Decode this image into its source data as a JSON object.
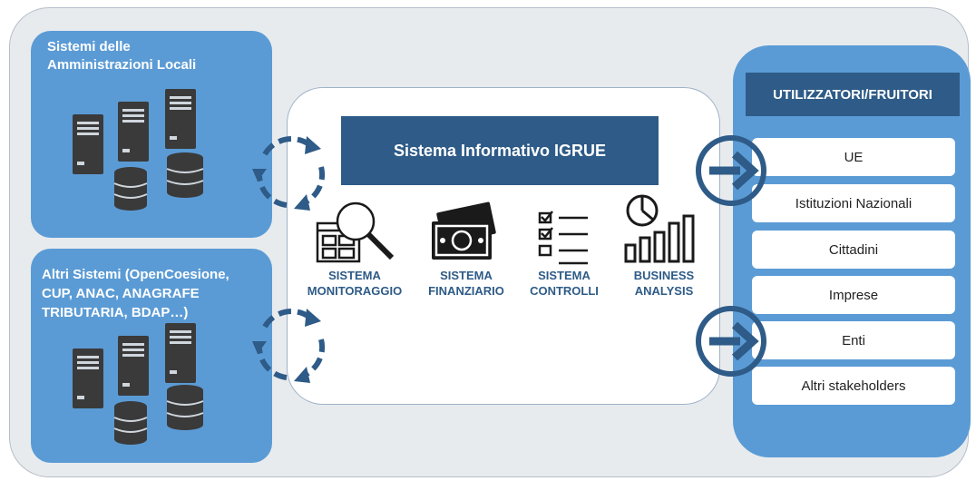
{
  "left_panels": [
    {
      "title_lines": [
        "Sistemi delle",
        "Amministrazioni  Locali"
      ]
    },
    {
      "title_lines": [
        "Altri Sistemi (OpenCoesione,",
        "CUP, ANAC, ANAGRAFE",
        "TRIBUTARIA, BDAP…)"
      ]
    }
  ],
  "center": {
    "title": "Sistema Informativo IGRUE",
    "modules": [
      {
        "line1": "SISTEMA",
        "line2": "MONITORAGGIO",
        "icon": "magnifier-form-icon"
      },
      {
        "line1": "SISTEMA",
        "line2": "FINANZIARIO",
        "icon": "banknotes-icon"
      },
      {
        "line1": "SISTEMA",
        "line2": "CONTROLLI",
        "icon": "checklist-icon"
      },
      {
        "line1": "BUSINESS",
        "line2": "ANALYSIS",
        "icon": "bar-pie-chart-icon"
      }
    ]
  },
  "right_panel": {
    "title": "UTILIZZATORI/FRUITORI",
    "items": [
      "UE",
      "Istituzioni Nazionali",
      "Cittadini",
      "Imprese",
      "Enti",
      "Altri stakeholders"
    ]
  },
  "colors": {
    "panel_blue": "#5b9bd5",
    "dark_blue": "#2e5b87",
    "background": "#e8ebee"
  }
}
